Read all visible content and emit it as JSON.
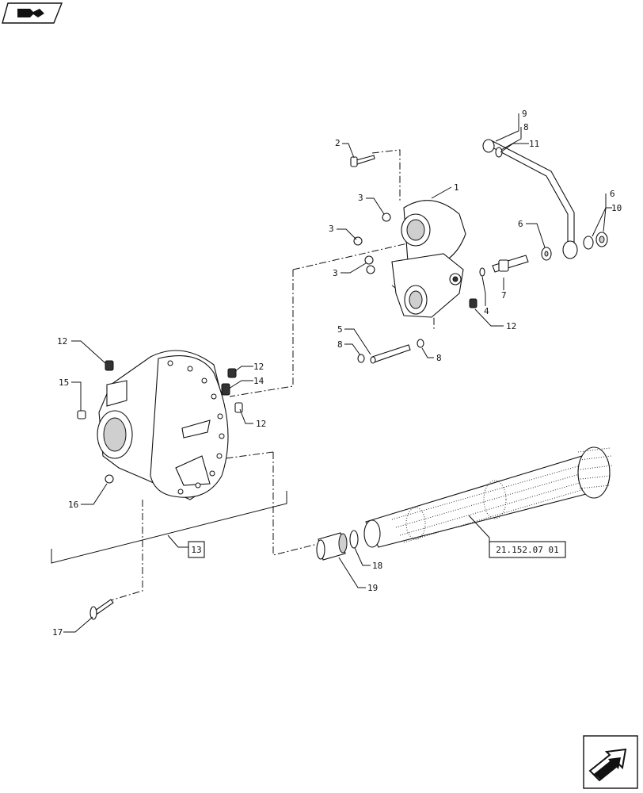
{
  "callouts": {
    "c1": "1",
    "c2": "2",
    "c3a": "3",
    "c3b": "3",
    "c3c": "3",
    "c4": "4",
    "c5": "5",
    "c6a": "6",
    "c6b": "6",
    "c7": "7",
    "c8a": "8",
    "c8b": "8",
    "c8c": "8",
    "c9": "9",
    "c10": "10",
    "c11": "11",
    "c12a": "12",
    "c12b": "12",
    "c12c": "12",
    "c12d": "12",
    "c14": "14",
    "c15": "15",
    "c16": "16",
    "c17": "17",
    "c18": "18",
    "c19": "19"
  },
  "references": {
    "group": "13",
    "shaft": "21.152.07 01"
  },
  "icons": {
    "top_left": "book-arrow-icon",
    "bottom_right": "next-page-arrow-icon"
  }
}
